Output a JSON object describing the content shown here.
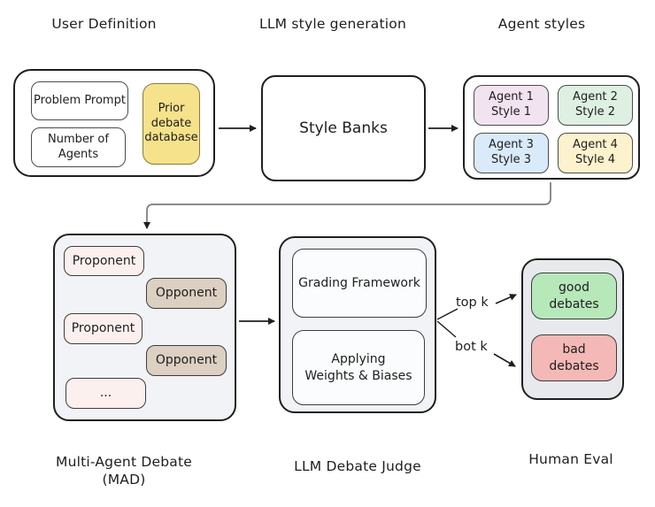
{
  "titles": {
    "user_definition": "User Definition",
    "llm_style_generation": "LLM style generation",
    "agent_styles": "Agent styles",
    "multi_agent_debate": "Multi-Agent Debate\n(MAD)",
    "llm_debate_judge": "LLM Debate Judge",
    "human_eval": "Human Eval"
  },
  "user_definition": {
    "problem_prompt": "Problem Prompt",
    "number_of_agents": "Number of\nAgents",
    "prior_debate_database": {
      "label": "Prior\ndebate\ndatabase",
      "color": "#f6e28b"
    }
  },
  "style_banks": {
    "label": "Style Banks"
  },
  "agent_styles": [
    {
      "label": "Agent 1\nStyle 1",
      "color": "#f2e3f0"
    },
    {
      "label": "Agent 2\nStyle 2",
      "color": "#ddf0e2"
    },
    {
      "label": "Agent 3\nStyle 3",
      "color": "#d9eafa"
    },
    {
      "label": "Agent 4\nStyle 4",
      "color": "#fcf2cd"
    }
  ],
  "mad": {
    "items": [
      {
        "label": "Proponent",
        "color": "#fcf0ef"
      },
      {
        "label": "Opponent",
        "color": "#dcd0c2"
      },
      {
        "label": "Proponent",
        "color": "#fcf0ef"
      },
      {
        "label": "Opponent",
        "color": "#dcd0c2"
      },
      {
        "label": "...",
        "color": "#fcf0ef"
      }
    ]
  },
  "judge": {
    "grading_framework": "Grading Framework",
    "applying_weights_biases": "Applying\nWeights & Biases"
  },
  "edges": {
    "top_k": "top k",
    "bot_k": "bot k"
  },
  "human_eval": {
    "good": {
      "label": "good\ndebates",
      "color": "#b7e8b9"
    },
    "bad": {
      "label": "bad\ndebates",
      "color": "#f4b9b6"
    }
  },
  "colors": {
    "panel_gray": "#f2f3f6",
    "human_eval_gray": "#e7e9ed",
    "outline": "#1f1f1f",
    "connector_gray": "#7a7a7a"
  }
}
